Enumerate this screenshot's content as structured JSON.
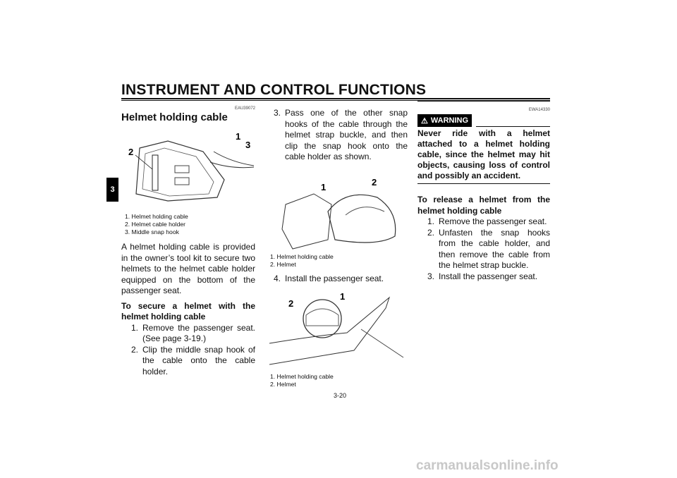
{
  "header": {
    "title": "INSTRUMENT AND CONTROL FUNCTIONS",
    "chapter_tab": "3"
  },
  "col1": {
    "code": "EAU39072",
    "heading": "Helmet holding cable",
    "fig1": {
      "callouts": [
        "1",
        "2",
        "3"
      ],
      "captions": [
        "1. Helmet holding cable",
        "2. Helmet cable holder",
        "3. Middle snap hook"
      ]
    },
    "para": "A helmet holding cable is provided in the owner’s tool kit to secure two helmets to the helmet cable holder equipped on the bottom of the passenger seat.",
    "subheading": "To secure a helmet with the helmet holding cable",
    "steps": [
      {
        "n": "1.",
        "t": "Remove the passenger seat. (See page 3-19.)"
      },
      {
        "n": "2.",
        "t": "Clip the middle snap hook of the cable onto the cable holder."
      }
    ]
  },
  "col2": {
    "step3": {
      "n": "3.",
      "t": "Pass one of the other snap hooks of the cable through the helmet strap buckle, and then clip the snap hook onto the cable holder as shown."
    },
    "fig2": {
      "callouts": [
        "1",
        "2"
      ],
      "captions": [
        "1. Helmet holding cable",
        "2. Helmet"
      ]
    },
    "step4": {
      "n": "4.",
      "t": "Install the passenger seat."
    },
    "fig3": {
      "callouts": [
        "1",
        "2"
      ],
      "captions": [
        "1. Helmet holding cable",
        "2. Helmet"
      ]
    }
  },
  "col3": {
    "code": "EWA14330",
    "warning_label": "WARNING",
    "warning_text": "Never ride with a helmet attached to a helmet holding cable, since the helmet may hit objects, causing loss of control and possibly an accident.",
    "subheading": "To release a helmet from the helmet holding cable",
    "steps": [
      {
        "n": "1.",
        "t": "Remove the passenger seat."
      },
      {
        "n": "2.",
        "t": "Unfasten the snap hooks from the cable holder, and then remove the cable from the helmet strap buckle."
      },
      {
        "n": "3.",
        "t": "Install the passenger seat."
      }
    ]
  },
  "footer": {
    "page": "3-20"
  },
  "watermark": "carmanualsonline.info"
}
